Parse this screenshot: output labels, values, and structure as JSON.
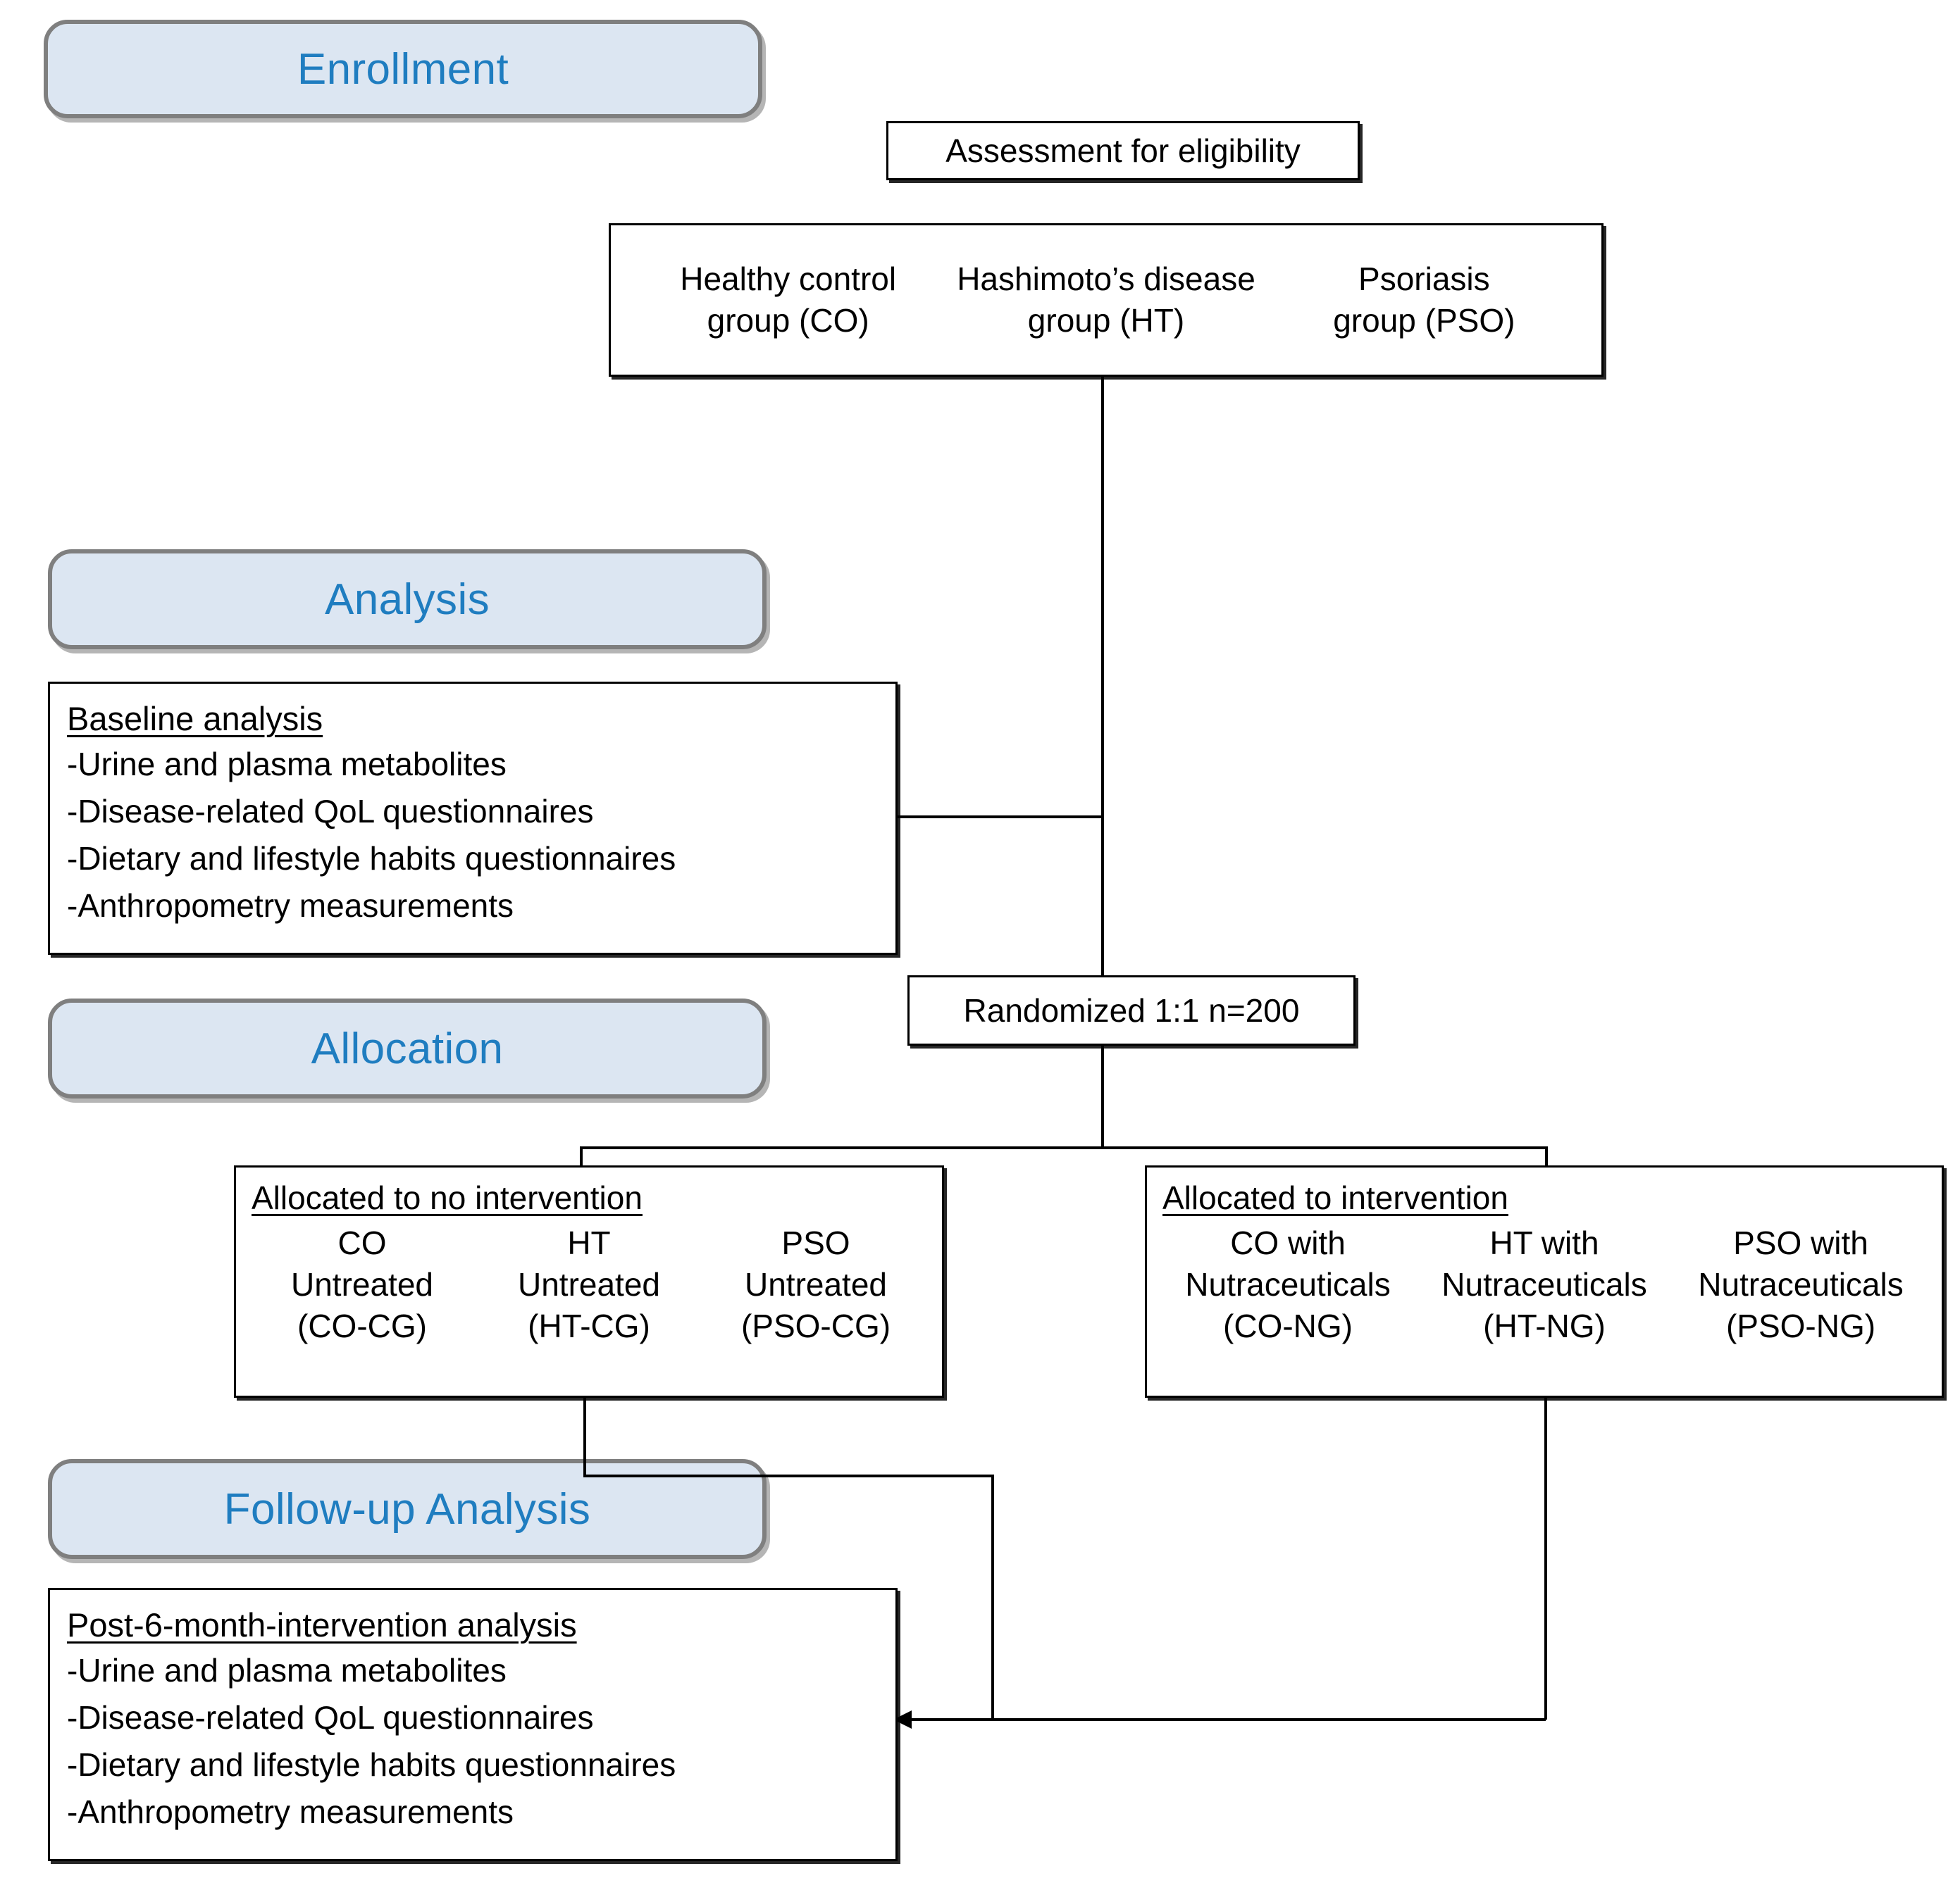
{
  "diagram": {
    "title": "CONSORT-style study flow diagram",
    "colors": {
      "stage_fill": "#dce6f2",
      "stage_border": "#7f7f7f",
      "stage_text": "#1f7dc0",
      "node_border": "#000000",
      "node_fill": "#ffffff",
      "connector": "#000000"
    }
  },
  "stages": {
    "enrollment": "Enrollment",
    "analysis": "Analysis",
    "allocation": "Allocation",
    "followup": "Follow-up Analysis"
  },
  "nodes": {
    "eligibility": "Assessment for eligibility",
    "randomized": "Randomized 1:1 n=200",
    "groups": {
      "co": {
        "line1": "Healthy control",
        "line2": "group (CO)"
      },
      "ht": {
        "line1": "Hashimoto’s disease",
        "line2": "group (HT)"
      },
      "pso": {
        "line1": "Psoriasis",
        "line2": "group (PSO)"
      }
    },
    "baseline": {
      "heading": "Baseline analysis",
      "items": [
        "-Urine and plasma metabolites",
        "-Disease-related QoL questionnaires",
        "-Dietary and lifestyle habits questionnaires",
        "-Anthropometry measurements"
      ]
    },
    "followup_analysis": {
      "heading": "Post-6-month-intervention analysis",
      "items": [
        "-Urine and plasma metabolites",
        "-Disease-related QoL questionnaires",
        "-Dietary and lifestyle habits questionnaires",
        "-Anthropometry measurements"
      ]
    },
    "allocated_control": {
      "heading": "Allocated to no intervention",
      "arms": [
        {
          "line1": "CO",
          "line2": "Untreated",
          "line3": "(CO-CG)"
        },
        {
          "line1": "HT",
          "line2": "Untreated",
          "line3": "(HT-CG)"
        },
        {
          "line1": "PSO",
          "line2": "Untreated",
          "line3": "(PSO-CG)"
        }
      ]
    },
    "allocated_intervention": {
      "heading": "Allocated to intervention",
      "arms": [
        {
          "line1": "CO with",
          "line2": "Nutraceuticals",
          "line3": "(CO-NG)"
        },
        {
          "line1": "HT with",
          "line2": "Nutraceuticals",
          "line3": "(HT-NG)"
        },
        {
          "line1": "PSO with",
          "line2": "Nutraceuticals",
          "line3": "(PSO-NG)"
        }
      ]
    }
  }
}
